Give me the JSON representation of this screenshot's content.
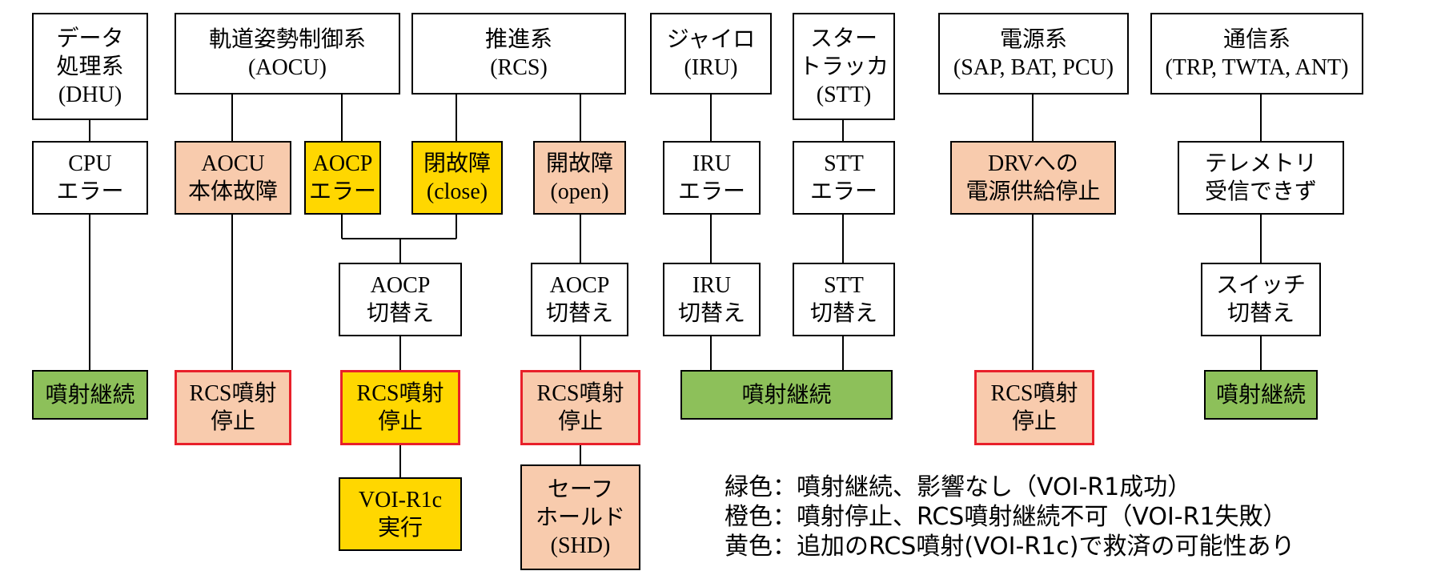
{
  "systems": [
    {
      "id": "dhu",
      "label": "データ\n処理系\n(DHU)"
    },
    {
      "id": "aocu",
      "label": "軌道姿勢制御系\n(AOCU)"
    },
    {
      "id": "rcs",
      "label": "推進系\n(RCS)"
    },
    {
      "id": "iru",
      "label": "ジャイロ\n(IRU)"
    },
    {
      "id": "stt",
      "label": "スター\nトラッカ\n(STT)"
    },
    {
      "id": "power",
      "label": "電源系\n(SAP, BAT, PCU)"
    },
    {
      "id": "comm",
      "label": "通信系\n(TRP, TWTA, ANT)"
    }
  ],
  "faults": [
    {
      "id": "cpu",
      "label": "CPU\nエラー"
    },
    {
      "id": "aocu",
      "label": "AOCU\n本体故障"
    },
    {
      "id": "aocp",
      "label": "AOCP\nエラー"
    },
    {
      "id": "close",
      "label": "閉故障\n(close)"
    },
    {
      "id": "open",
      "label": "開故障\n(open)"
    },
    {
      "id": "iru",
      "label": "IRU\nエラー"
    },
    {
      "id": "stt",
      "label": "STT\nエラー"
    },
    {
      "id": "drv",
      "label": "DRVへの\n電源供給停止"
    },
    {
      "id": "telemetry",
      "label": "テレメトリ\n受信できず"
    }
  ],
  "actions": [
    {
      "id": "aocp_switch_1",
      "label": "AOCP\n切替え"
    },
    {
      "id": "aocp_switch_2",
      "label": "AOCP\n切替え"
    },
    {
      "id": "iru_switch",
      "label": "IRU\n切替え"
    },
    {
      "id": "stt_switch",
      "label": "STT\n切替え"
    },
    {
      "id": "switch",
      "label": "スイッチ\n切替え"
    }
  ],
  "results": [
    {
      "id": "cont_1",
      "label": "噴射継続"
    },
    {
      "id": "stop_1",
      "label": "RCS噴射\n停止"
    },
    {
      "id": "stop_2",
      "label": "RCS噴射\n停止"
    },
    {
      "id": "stop_3",
      "label": "RCS噴射\n停止"
    },
    {
      "id": "cont_2",
      "label": "噴射継続"
    },
    {
      "id": "stop_4",
      "label": "RCS噴射\n停止"
    },
    {
      "id": "cont_3",
      "label": "噴射継続"
    }
  ],
  "final": [
    {
      "id": "voi",
      "label": "VOI-R1c\n実行"
    },
    {
      "id": "shd",
      "label": "セーフ\nホールド\n(SHD)"
    }
  ],
  "legend": [
    "緑色：噴射継続、影響なし（VOI-R1成功）",
    "橙色：噴射停止、RCS噴射継続不可（VOI-R1失敗）",
    "黄色：追加のRCS噴射(VOI-R1c)で救済の可能性あり"
  ],
  "colors": {
    "green": "#8dc05a",
    "orange": "#f8cbad",
    "yellow": "#ffd700",
    "red_border": "#e8202a"
  }
}
